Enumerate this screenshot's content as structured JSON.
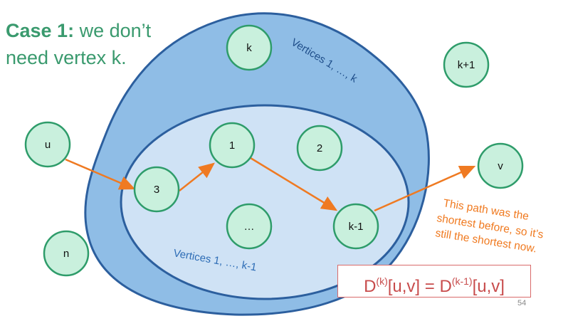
{
  "title": {
    "bold": "Case 1:",
    "rest1": " we don’t",
    "line2": "need vertex k."
  },
  "outer_set_label": "Vertices 1, …, k",
  "inner_set_label": "Vertices 1, …, k-1",
  "nodes": {
    "u": "u",
    "n": "n",
    "k": "k",
    "k_plus_1": "k+1",
    "one": "1",
    "two": "2",
    "three": "3",
    "dots": "…",
    "k_minus_1": "k-1",
    "v": "v"
  },
  "note_lines": [
    "This path was the",
    "shortest before, so it’s",
    "still the shortest now."
  ],
  "formula": {
    "part1": "D",
    "sup1": "(k)",
    "part2": "[u,v] = D",
    "sup2": "(k-1)",
    "part3": "[u,v]"
  },
  "page_number": "54",
  "colors": {
    "node_fill": "#c9f0dd",
    "node_stroke": "#2e9c6a",
    "outer_fill": "#8fbde6",
    "inner_fill": "#cfe2f5",
    "set_stroke": "#2c5f9e",
    "path": "#ef7a22",
    "title": "#3a9a6e"
  }
}
